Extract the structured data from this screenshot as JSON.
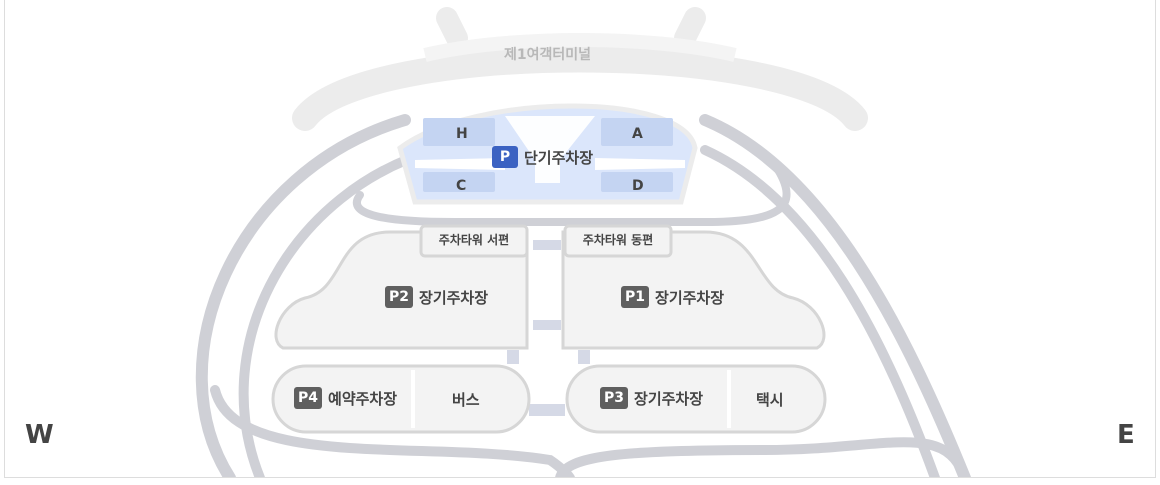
{
  "terminal": {
    "label": "제1여객터미널"
  },
  "short_term": {
    "badge": "P",
    "label": "단기주차장",
    "gates": [
      "H",
      "A",
      "C",
      "D"
    ]
  },
  "towers": {
    "west": "주차타워 서편",
    "east": "주차타워 동편"
  },
  "p2": {
    "badge": "P2",
    "label": "장기주차장"
  },
  "p1": {
    "badge": "P1",
    "label": "장기주차장"
  },
  "p4": {
    "badge": "P4",
    "label": "예약주차장"
  },
  "bus": {
    "label": "버스"
  },
  "p3": {
    "badge": "P3",
    "label": "장기주차장"
  },
  "taxi": {
    "label": "택시"
  },
  "compass": {
    "west": "W",
    "east": "E"
  },
  "colors": {
    "road": "#cfd0d6",
    "lot_fill": "#f3f3f3",
    "short_term_fill": "#dbe6fb",
    "badge": "#5f5f5f",
    "badge_blue": "#3b62c2"
  }
}
